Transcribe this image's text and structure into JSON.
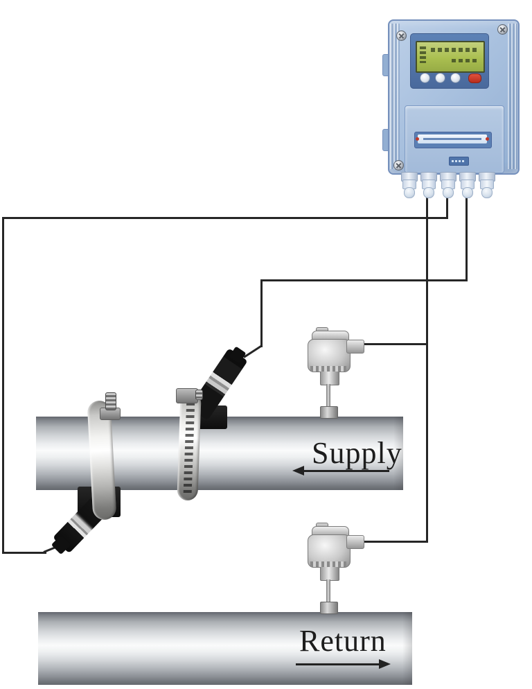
{
  "diagram": {
    "title": "Ultrasonic flow meter installation diagram",
    "flow_meter": {
      "name": "wall-mount-flow-meter-transmitter",
      "body_color": "#a9c1df",
      "lcd_color": "#aabf50",
      "red_button_color": "#c23a28",
      "cable_gland_count": 5,
      "button_count": 4
    },
    "pipes": {
      "supply": {
        "label": "Supply",
        "flow_direction": "left"
      },
      "return": {
        "label": "Return",
        "flow_direction": "right"
      }
    },
    "sensors": {
      "upper_transducer": "clamp-on-transducer",
      "lower_transducer": "clamp-on-transducer",
      "supply_temperature_sensor": "insertion-temperature-sensor",
      "return_temperature_sensor": "insertion-temperature-sensor"
    },
    "wiring": {
      "cable_color": "#262626"
    }
  }
}
